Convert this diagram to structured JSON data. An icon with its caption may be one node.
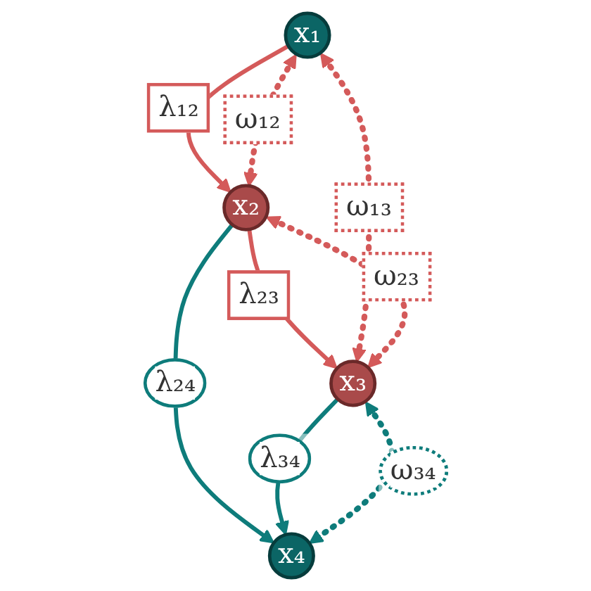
{
  "diagram": {
    "nodes": [
      {
        "text": [
          "x₁"
        ]
      },
      {
        "text": [
          "x₂"
        ]
      },
      {
        "text": [
          "x₃"
        ]
      },
      {
        "text": [
          "x₄"
        ]
      }
    ],
    "edges": [
      {
        "from": 0,
        "to": 1,
        "arrow": "to",
        "label": "λ₁₂"
      },
      {
        "from": 1,
        "to": 2,
        "arrow": "to",
        "label": "λ₂₃"
      },
      {
        "from": 1,
        "to": 3,
        "arrow": "to",
        "label": "λ₂₄",
        "color": "#0e7c7b"
      },
      {
        "from": 2,
        "to": 3,
        "arrow": "to",
        "label": "λ₃₄",
        "color": "#0e7c7b"
      },
      {
        "from": 0,
        "to": 1,
        "arrow": "both",
        "label": "ω₁₂",
        "style": "dashed"
      },
      {
        "from": 0,
        "to": 2,
        "arrow": "both",
        "label": "ω₁₃",
        "style": "dashed"
      },
      {
        "from": 1,
        "to": 2,
        "arrow": "both",
        "label": "ω₂₃",
        "style": "dashed"
      },
      {
        "from": 2,
        "to": 3,
        "arrow": "both",
        "label": "ω₃₄",
        "style": "dashed",
        "color": "#0e7c7b"
      }
    ]
  }
}
